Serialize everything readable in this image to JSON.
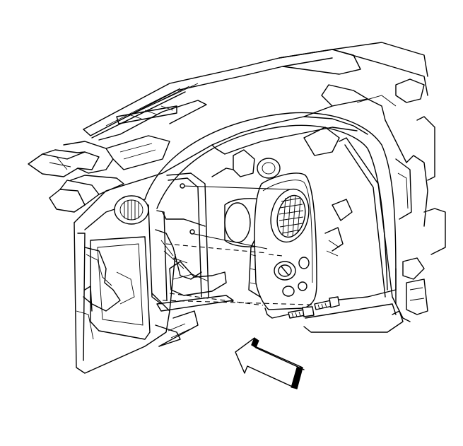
{
  "figure": {
    "kind": "exploded instrument panel illustration",
    "parts": [
      "instrument-panel-carrier",
      "windshield-defroster-area",
      "steering-column-opening",
      "left-side-air-vent",
      "instrument-panel-trim-bezel",
      "trim-bezel-air-outlet",
      "headlamp-switch-knob",
      "bezel-fastener-bolt",
      "bezel-fastener-screw",
      "direction-arrow"
    ]
  }
}
